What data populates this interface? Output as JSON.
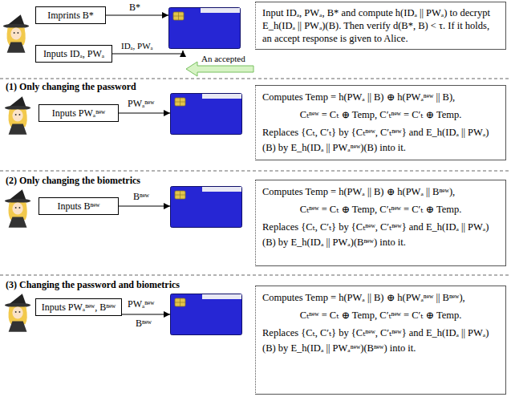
{
  "diagram": {
    "nodes": [
      {
        "text": [
          "Imprints B*"
        ]
      },
      {
        "text": [
          "Inputs IDₐ, PWₐ"
        ]
      },
      {
        "text": [
          "Input IDₐ, PWₐ, B* and compute h(IDₐ || PWₐ) to decrypt E_h(IDₐ || PWₐ)(B). Then verify d(B*, B) < τ. If it holds, an accept response is given to Alice."
        ]
      },
      {
        "text": [
          "Inputs PWₐⁿᵉʷ"
        ]
      },
      {
        "text": [
          "Computes Temp = h(PWₐ || B) ⊕ h(PWₐⁿᵉʷ || B),",
          "Cₜⁿᵉʷ = Cₜ ⊕ Temp, C′ₜⁿᵉʷ = C′ₜ ⊕ Temp.",
          "Replaces {Cₜ, C′ₜ} by {Cₜⁿᵉʷ, C′ₜⁿᵉʷ} and E_h(IDₐ || PWₐ)(B) by E_h(IDₐ || PWₐⁿᵉʷ)(B) into it."
        ]
      },
      {
        "text": [
          "Inputs Bⁿᵉʷ"
        ]
      },
      {
        "text": [
          "Computes Temp = h(PWₐ || B) ⊕ h(PWₐ || Bⁿᵉʷ),",
          "Cₜⁿᵉʷ = Cₜ ⊕ Temp, C′ₜⁿᵉʷ = C′ₜ ⊕ Temp.",
          "Replaces {Cₜ, C′ₜ} by {Cₜⁿᵉʷ, C′ₜⁿᵉʷ} and E_h(IDₐ || PWₐ)(B) by E_h(IDₐ || PWₐ)(Bⁿᵉʷ) into it."
        ]
      },
      {
        "text": [
          "Inputs PWₐⁿᵉʷ, Bⁿᵉʷ"
        ]
      },
      {
        "text": [
          "Computes Temp = h(PWₐ || B) ⊕ h(PWₐⁿᵉʷ || Bⁿᵉʷ),",
          "Cₜⁿᵉʷ = Cₜ ⊕ Temp, C′ₜⁿᵉʷ = C′ₜ ⊕ Temp.",
          "Replaces {Cₜ, C′ₜ} by {Cₜⁿᵉʷ, C′ₜⁿᵉʷ} and E_h(IDₐ || PWₐ)(B) by E_h(IDₐ || PWₐⁿᵉʷ)(Bⁿᵉʷ) into it."
        ]
      }
    ],
    "labels": [
      "B*",
      "IDₐ, PWₐ",
      "An accepted",
      "(1) Only changing the password",
      "PWₐⁿᵉʷ",
      "(2) Only changing the biometrics",
      "Bⁿᵉʷ",
      "(3) Changing the password and biometrics",
      "PWₐⁿᵉʷ",
      "Bⁿᵉʷ"
    ]
  }
}
